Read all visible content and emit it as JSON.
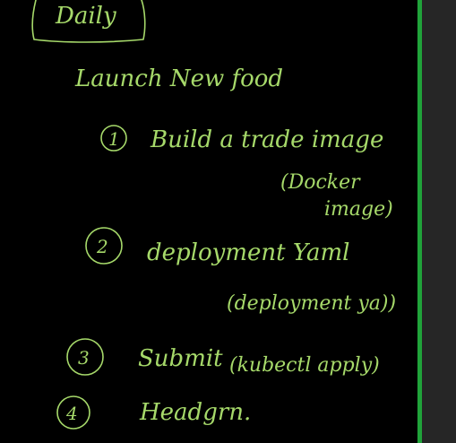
{
  "page": {
    "title": "Daily"
  },
  "notes": {
    "heading": "Launch New food",
    "items": [
      {
        "number": "1",
        "text": "Build a trade image",
        "detail_line1": "(Docker",
        "detail_line2": "image)"
      },
      {
        "number": "2",
        "text": "deployment Yaml",
        "detail_line1": "(deployment ya))"
      },
      {
        "number": "3",
        "text": "Submit",
        "detail_line1": "(kubectl apply)"
      },
      {
        "number": "4",
        "text": "Headgrn."
      }
    ]
  },
  "colors": {
    "ink": "#a6d96a",
    "background": "#000000",
    "scrollbar": "#20a33a",
    "side_panel": "#262626"
  }
}
